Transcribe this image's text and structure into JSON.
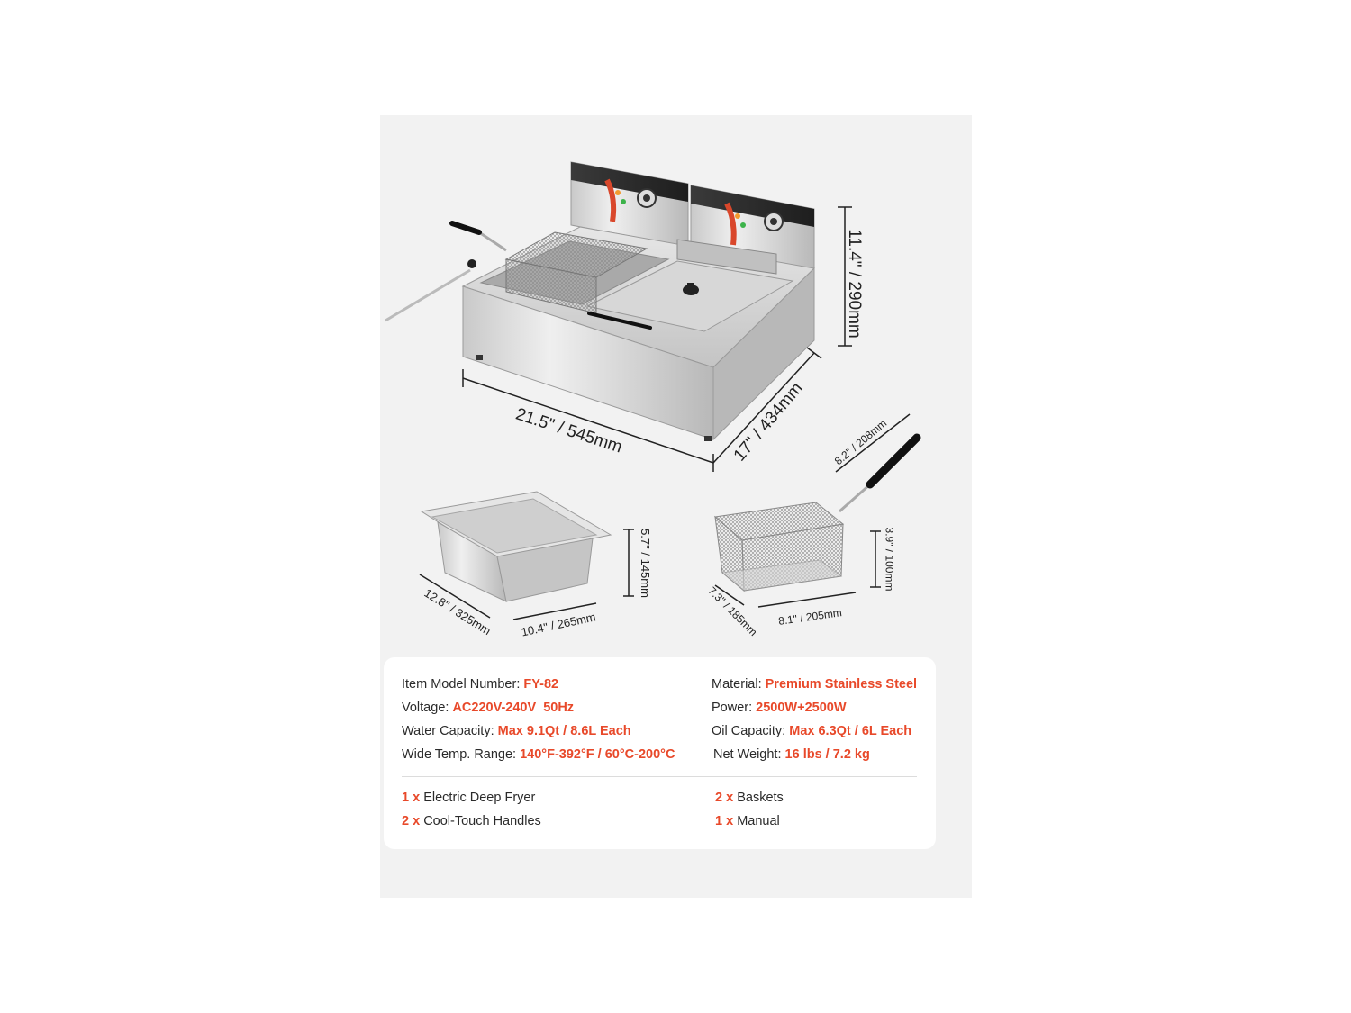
{
  "dimensions": {
    "fryer_height": "11.4\" / 290mm",
    "fryer_width": "21.5\" / 545mm",
    "fryer_depth": "17\" / 434mm",
    "pan_height": "5.7\" / 145mm",
    "pan_length": "12.8\" / 325mm",
    "pan_width": "10.4\" / 265mm",
    "basket_handle": "8.2\" / 208mm",
    "basket_height": "3.9\" / 100mm",
    "basket_depth": "7.3\" / 185mm",
    "basket_width": "8.1\" / 205mm"
  },
  "specs": {
    "model_label": "Item Model Number:",
    "model_value": "FY-82",
    "voltage_label": "Voltage:",
    "voltage_value": "AC220V-240V  50Hz",
    "water_label": "Water Capacity:",
    "water_value": "Max 9.1Qt / 8.6L Each",
    "temp_label": "Wide Temp. Range:",
    "temp_value": "140°F-392°F / 60°C-200°C",
    "material_label": "Material:",
    "material_value": "Premium Stainless Steel",
    "power_label": "Power:",
    "power_value": "2500W+2500W",
    "oil_label": "Oil Capacity:",
    "oil_value": "Max 6.3Qt / 6L Each",
    "weight_label": "Net Weight:",
    "weight_value": "16 lbs / 7.2 kg"
  },
  "package": {
    "item1_qty": "1 x",
    "item1_name": "Electric Deep Fryer",
    "item2_qty": "2 x",
    "item2_name": "Cool-Touch Handles",
    "item3_qty": "2 x",
    "item3_name": "Baskets",
    "item4_qty": "1 x",
    "item4_name": "Manual"
  },
  "colors": {
    "accent": "#e8492a",
    "panel_bg": "#f2f2f2",
    "text": "#2a2a2a"
  }
}
